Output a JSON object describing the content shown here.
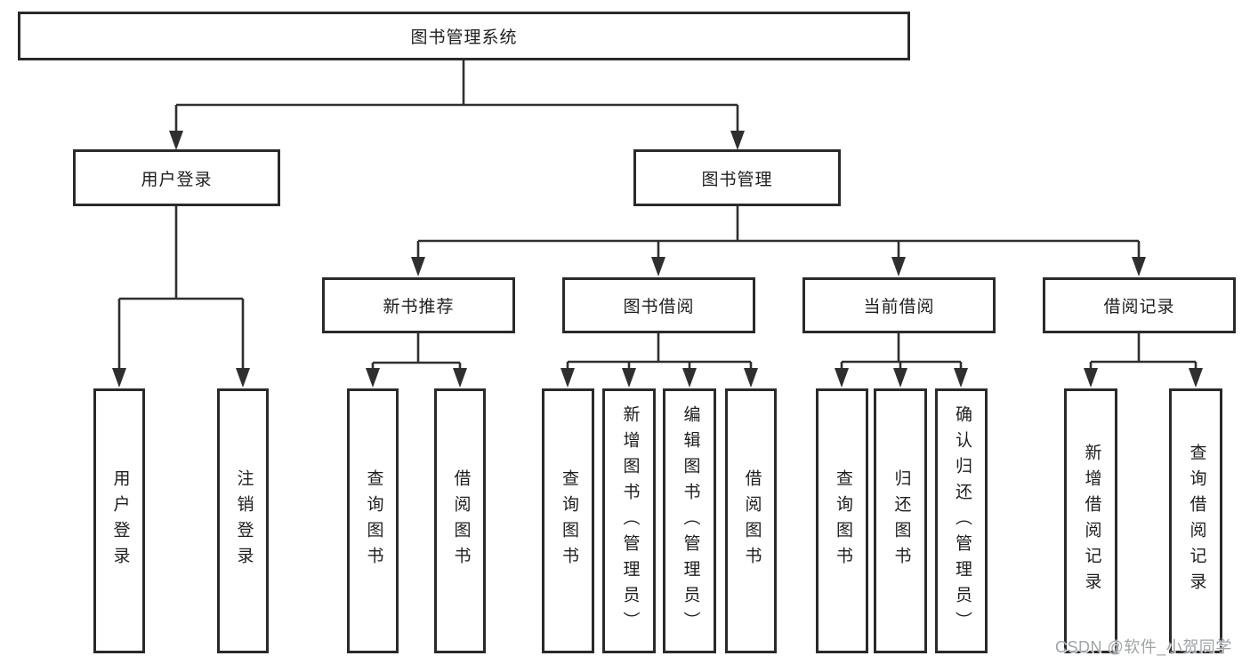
{
  "tree": {
    "root": {
      "label": "图书管理系统"
    },
    "children": [
      {
        "label": "用户登录",
        "children": [
          {
            "label": "用户登录"
          },
          {
            "label": "注销登录"
          }
        ]
      },
      {
        "label": "图书管理",
        "children": [
          {
            "label": "新书推荐",
            "children": [
              {
                "label": "查询图书"
              },
              {
                "label": "借阅图书"
              }
            ]
          },
          {
            "label": "图书借阅",
            "children": [
              {
                "label": "查询图书"
              },
              {
                "label": "新增图书（管理员）"
              },
              {
                "label": "编辑图书（管理员）"
              },
              {
                "label": "借阅图书"
              }
            ]
          },
          {
            "label": "当前借阅",
            "children": [
              {
                "label": "查询图书"
              },
              {
                "label": "归还图书"
              },
              {
                "label": "确认归还（管理员）"
              }
            ]
          },
          {
            "label": "借阅记录",
            "children": [
              {
                "label": "新增借阅记录"
              },
              {
                "label": "查询借阅记录"
              }
            ]
          }
        ]
      }
    ]
  },
  "watermark": {
    "text": "CSDN @软件_小贺同学"
  },
  "colors": {
    "line": "#2f2f2f",
    "border": "#2a2a2a",
    "text": "#1e1e1e",
    "background": "#ffffff",
    "watermark": "#a0a4a8"
  }
}
